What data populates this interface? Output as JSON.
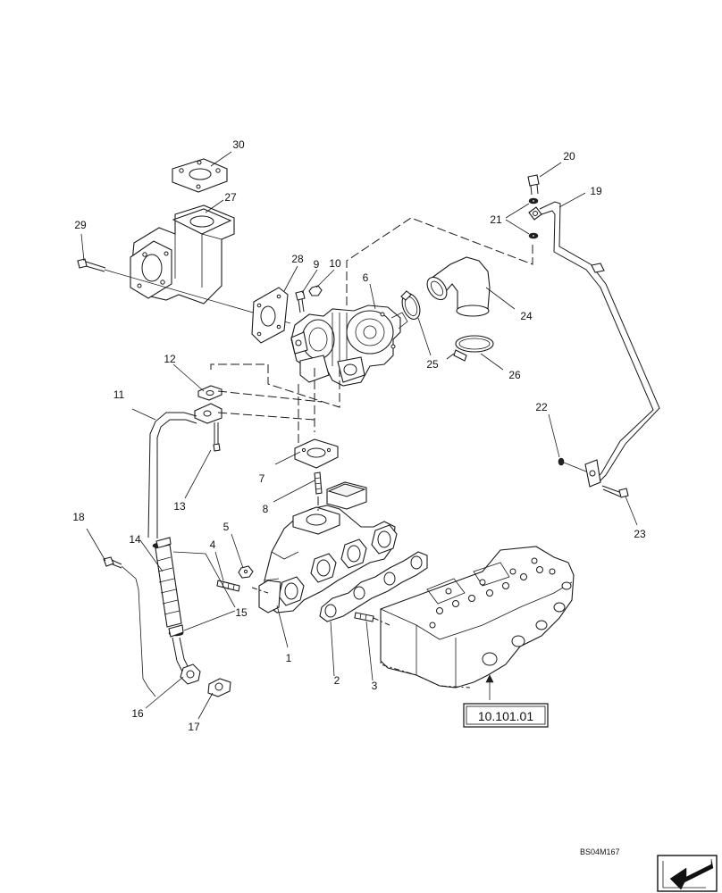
{
  "diagram": {
    "callouts": [
      "1",
      "2",
      "3",
      "4",
      "5",
      "6",
      "7",
      "8",
      "9",
      "10",
      "11",
      "12",
      "13",
      "14",
      "15",
      "16",
      "17",
      "18",
      "19",
      "20",
      "21",
      "22",
      "23",
      "24",
      "25",
      "26",
      "27",
      "28",
      "29",
      "30"
    ],
    "reference_box": "10.101.01",
    "image_code": "BS04M167",
    "nav_icon": "arrow-left-down-icon"
  }
}
